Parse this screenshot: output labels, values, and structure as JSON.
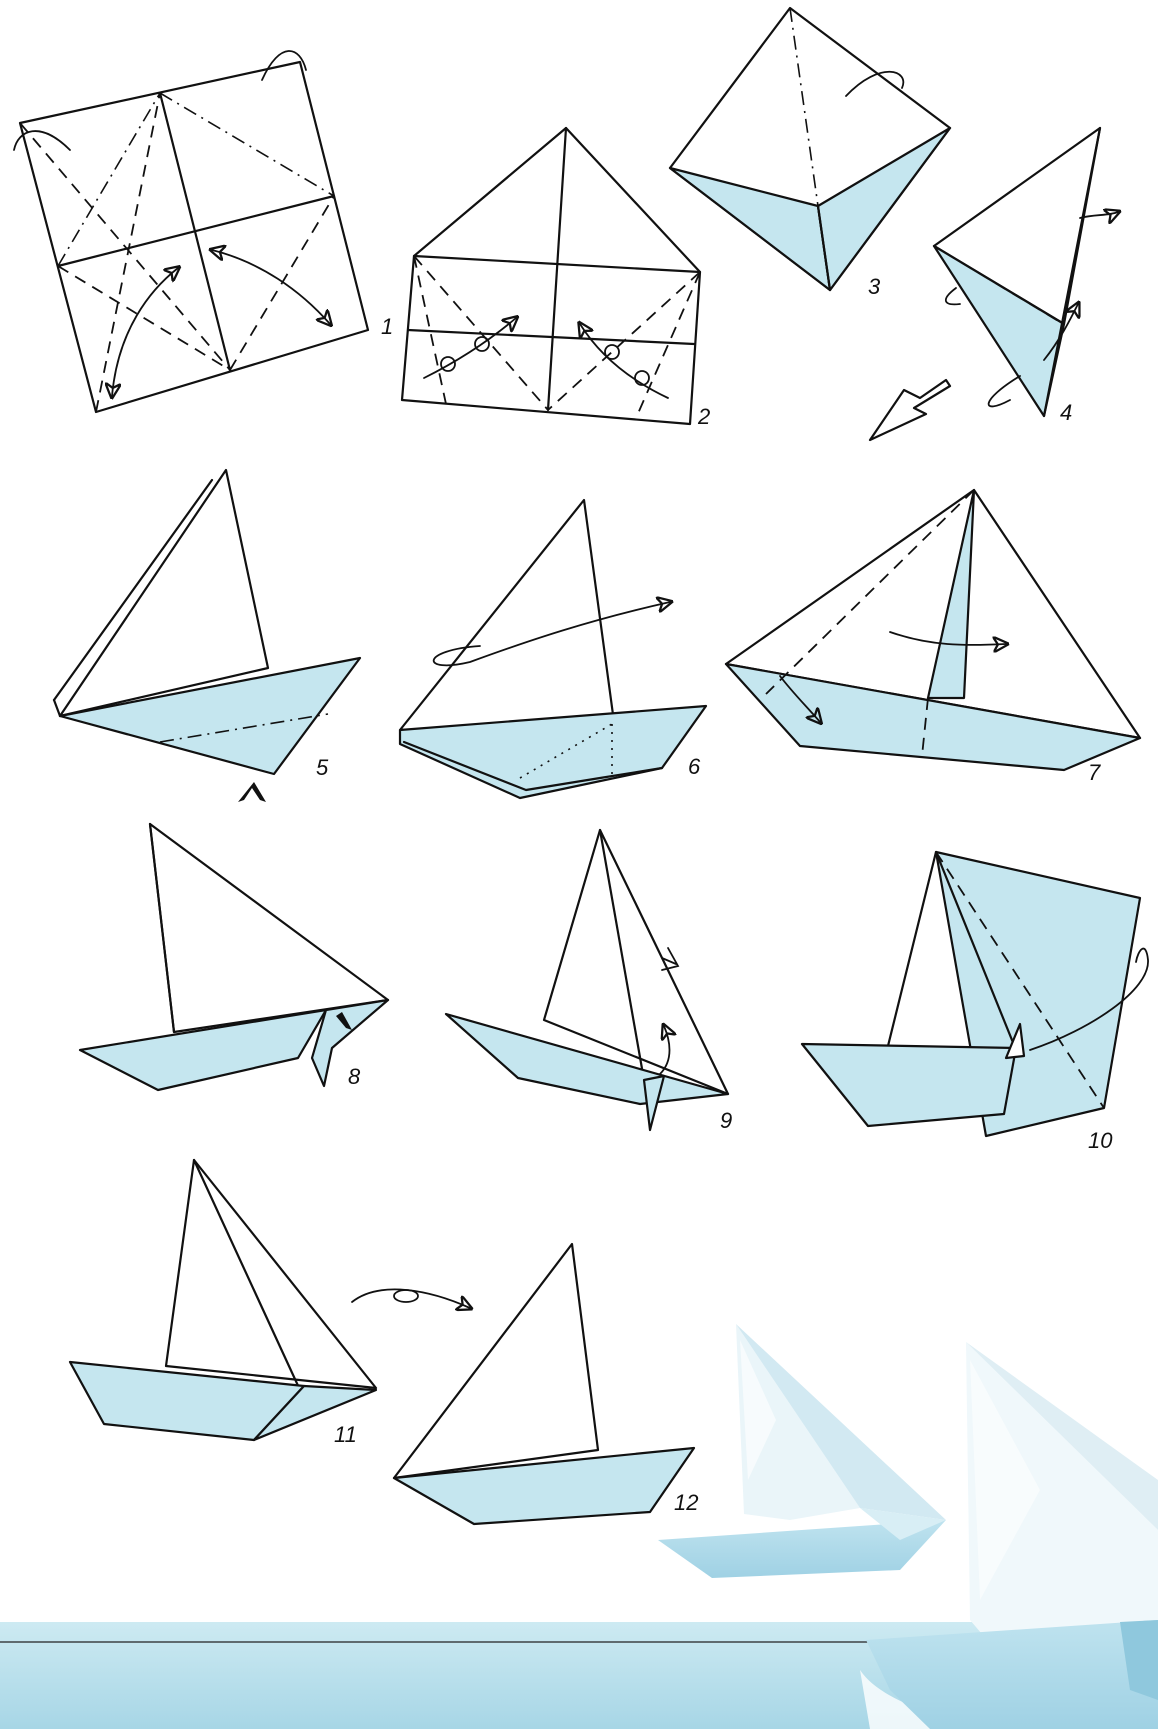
{
  "colors": {
    "paper_back": "#c5e6ef",
    "ink": "#111111",
    "photo_light": "#e6f2f7",
    "photo_shadow": "#bcdce8",
    "water_light": "#cdeaf2",
    "water_dark": "#9fd2e3"
  },
  "steps": [
    {
      "number": "1"
    },
    {
      "number": "2"
    },
    {
      "number": "3"
    },
    {
      "number": "4"
    },
    {
      "number": "5"
    },
    {
      "number": "6"
    },
    {
      "number": "7"
    },
    {
      "number": "8"
    },
    {
      "number": "9"
    },
    {
      "number": "10"
    },
    {
      "number": "11"
    },
    {
      "number": "12"
    }
  ],
  "icons": {
    "turn_over": "turn-over-arrow-icon",
    "next_step": "next-step-arrow-icon",
    "fold_arrow": "curved-fold-arrow-icon"
  }
}
